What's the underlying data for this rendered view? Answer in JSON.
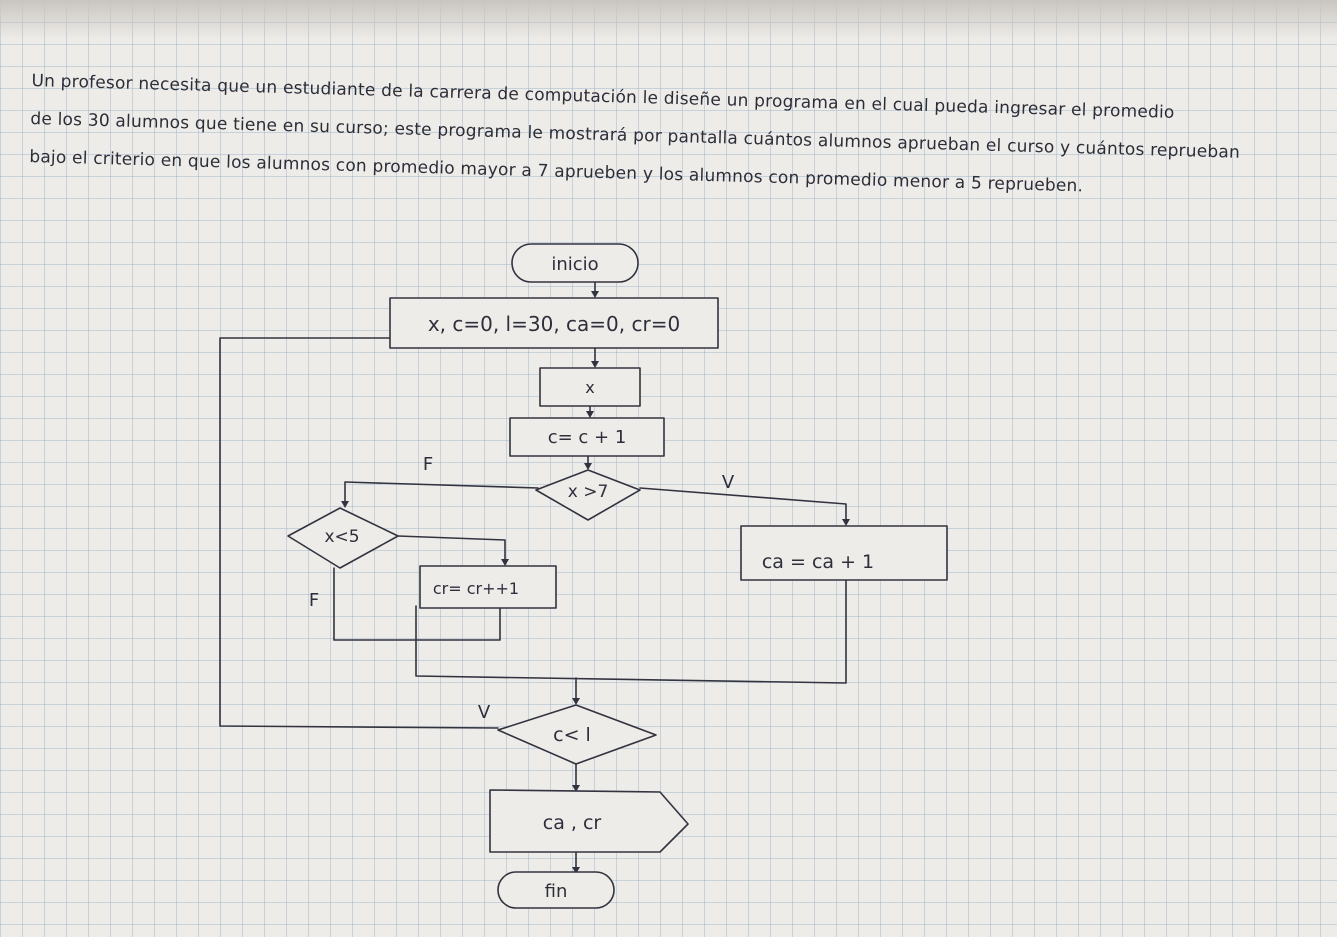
{
  "statement": {
    "lines": [
      "Un profesor necesita que un estudiante de la carrera de computación le diseñe un programa en el cual pueda ingresar el promedio",
      "de los 30 alumnos que tiene en su curso; este programa le mostrará por pantalla cuántos alumnos aprueban el curso y cuántos reprueban",
      "bajo el criterio en que los alumnos con promedio mayor a 7 aprueben y los alumnos con promedio menor a 5 reprueben."
    ]
  },
  "flowchart": {
    "start": "inicio",
    "init": "x, c=0, l=30, ca=0, cr=0",
    "input": "x",
    "counter": "c= c + 1",
    "decision_pass": "x >7",
    "pass_true_label": "V",
    "pass_false_label": "F",
    "pass_action": "ca = ca + 1",
    "decision_fail": "x<5",
    "fail_false_label": "F",
    "fail_action": "cr= cr++1",
    "decision_loop": "c< l",
    "loop_true_label": "V",
    "output": "ca , cr",
    "end": "fin"
  }
}
